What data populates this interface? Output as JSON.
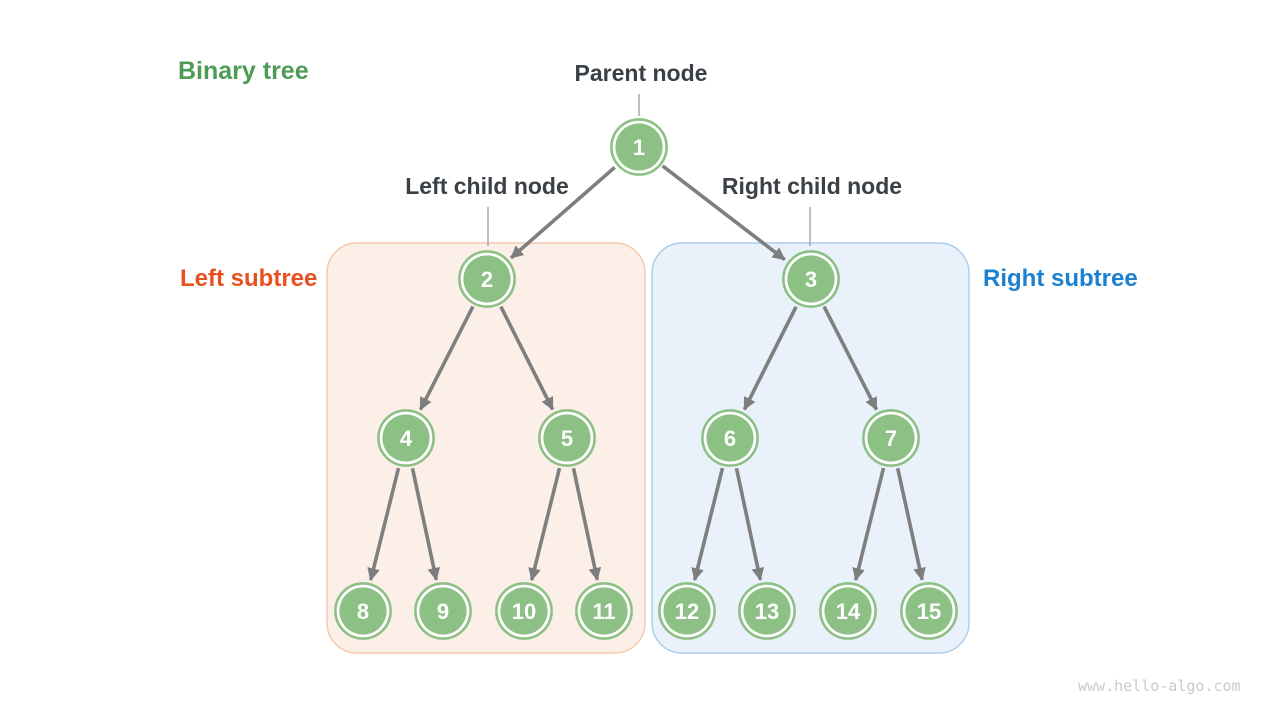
{
  "labels": {
    "title": "Binary tree",
    "parent_node": "Parent node",
    "left_child_node": "Left child node",
    "right_child_node": "Right child node",
    "left_subtree": "Left subtree",
    "right_subtree": "Right subtree"
  },
  "watermark": "www.hello-algo.com",
  "colors": {
    "title_green": "#4e9b55",
    "left_subtree_orange": "#e8501f",
    "right_subtree_blue": "#1c82d0",
    "label_dark": "#3a4045",
    "node_fill": "#8cc084",
    "node_text": "#ffffff",
    "edge_gray": "#7f7f7f",
    "left_box_fill": "#fcefe8",
    "left_box_border": "#f4c7ad",
    "right_box_fill": "#e9f2fa",
    "right_box_border": "#a9cde9",
    "watermark_gray": "#cbcbcb"
  },
  "tree": {
    "node_values": [
      "1",
      "2",
      "3",
      "4",
      "5",
      "6",
      "7",
      "8",
      "9",
      "10",
      "11",
      "12",
      "13",
      "14",
      "15"
    ],
    "edges": [
      [
        1,
        2
      ],
      [
        1,
        3
      ],
      [
        2,
        4
      ],
      [
        2,
        5
      ],
      [
        3,
        6
      ],
      [
        3,
        7
      ],
      [
        4,
        8
      ],
      [
        4,
        9
      ],
      [
        5,
        10
      ],
      [
        5,
        11
      ],
      [
        6,
        12
      ],
      [
        6,
        13
      ],
      [
        7,
        14
      ],
      [
        7,
        15
      ]
    ]
  }
}
